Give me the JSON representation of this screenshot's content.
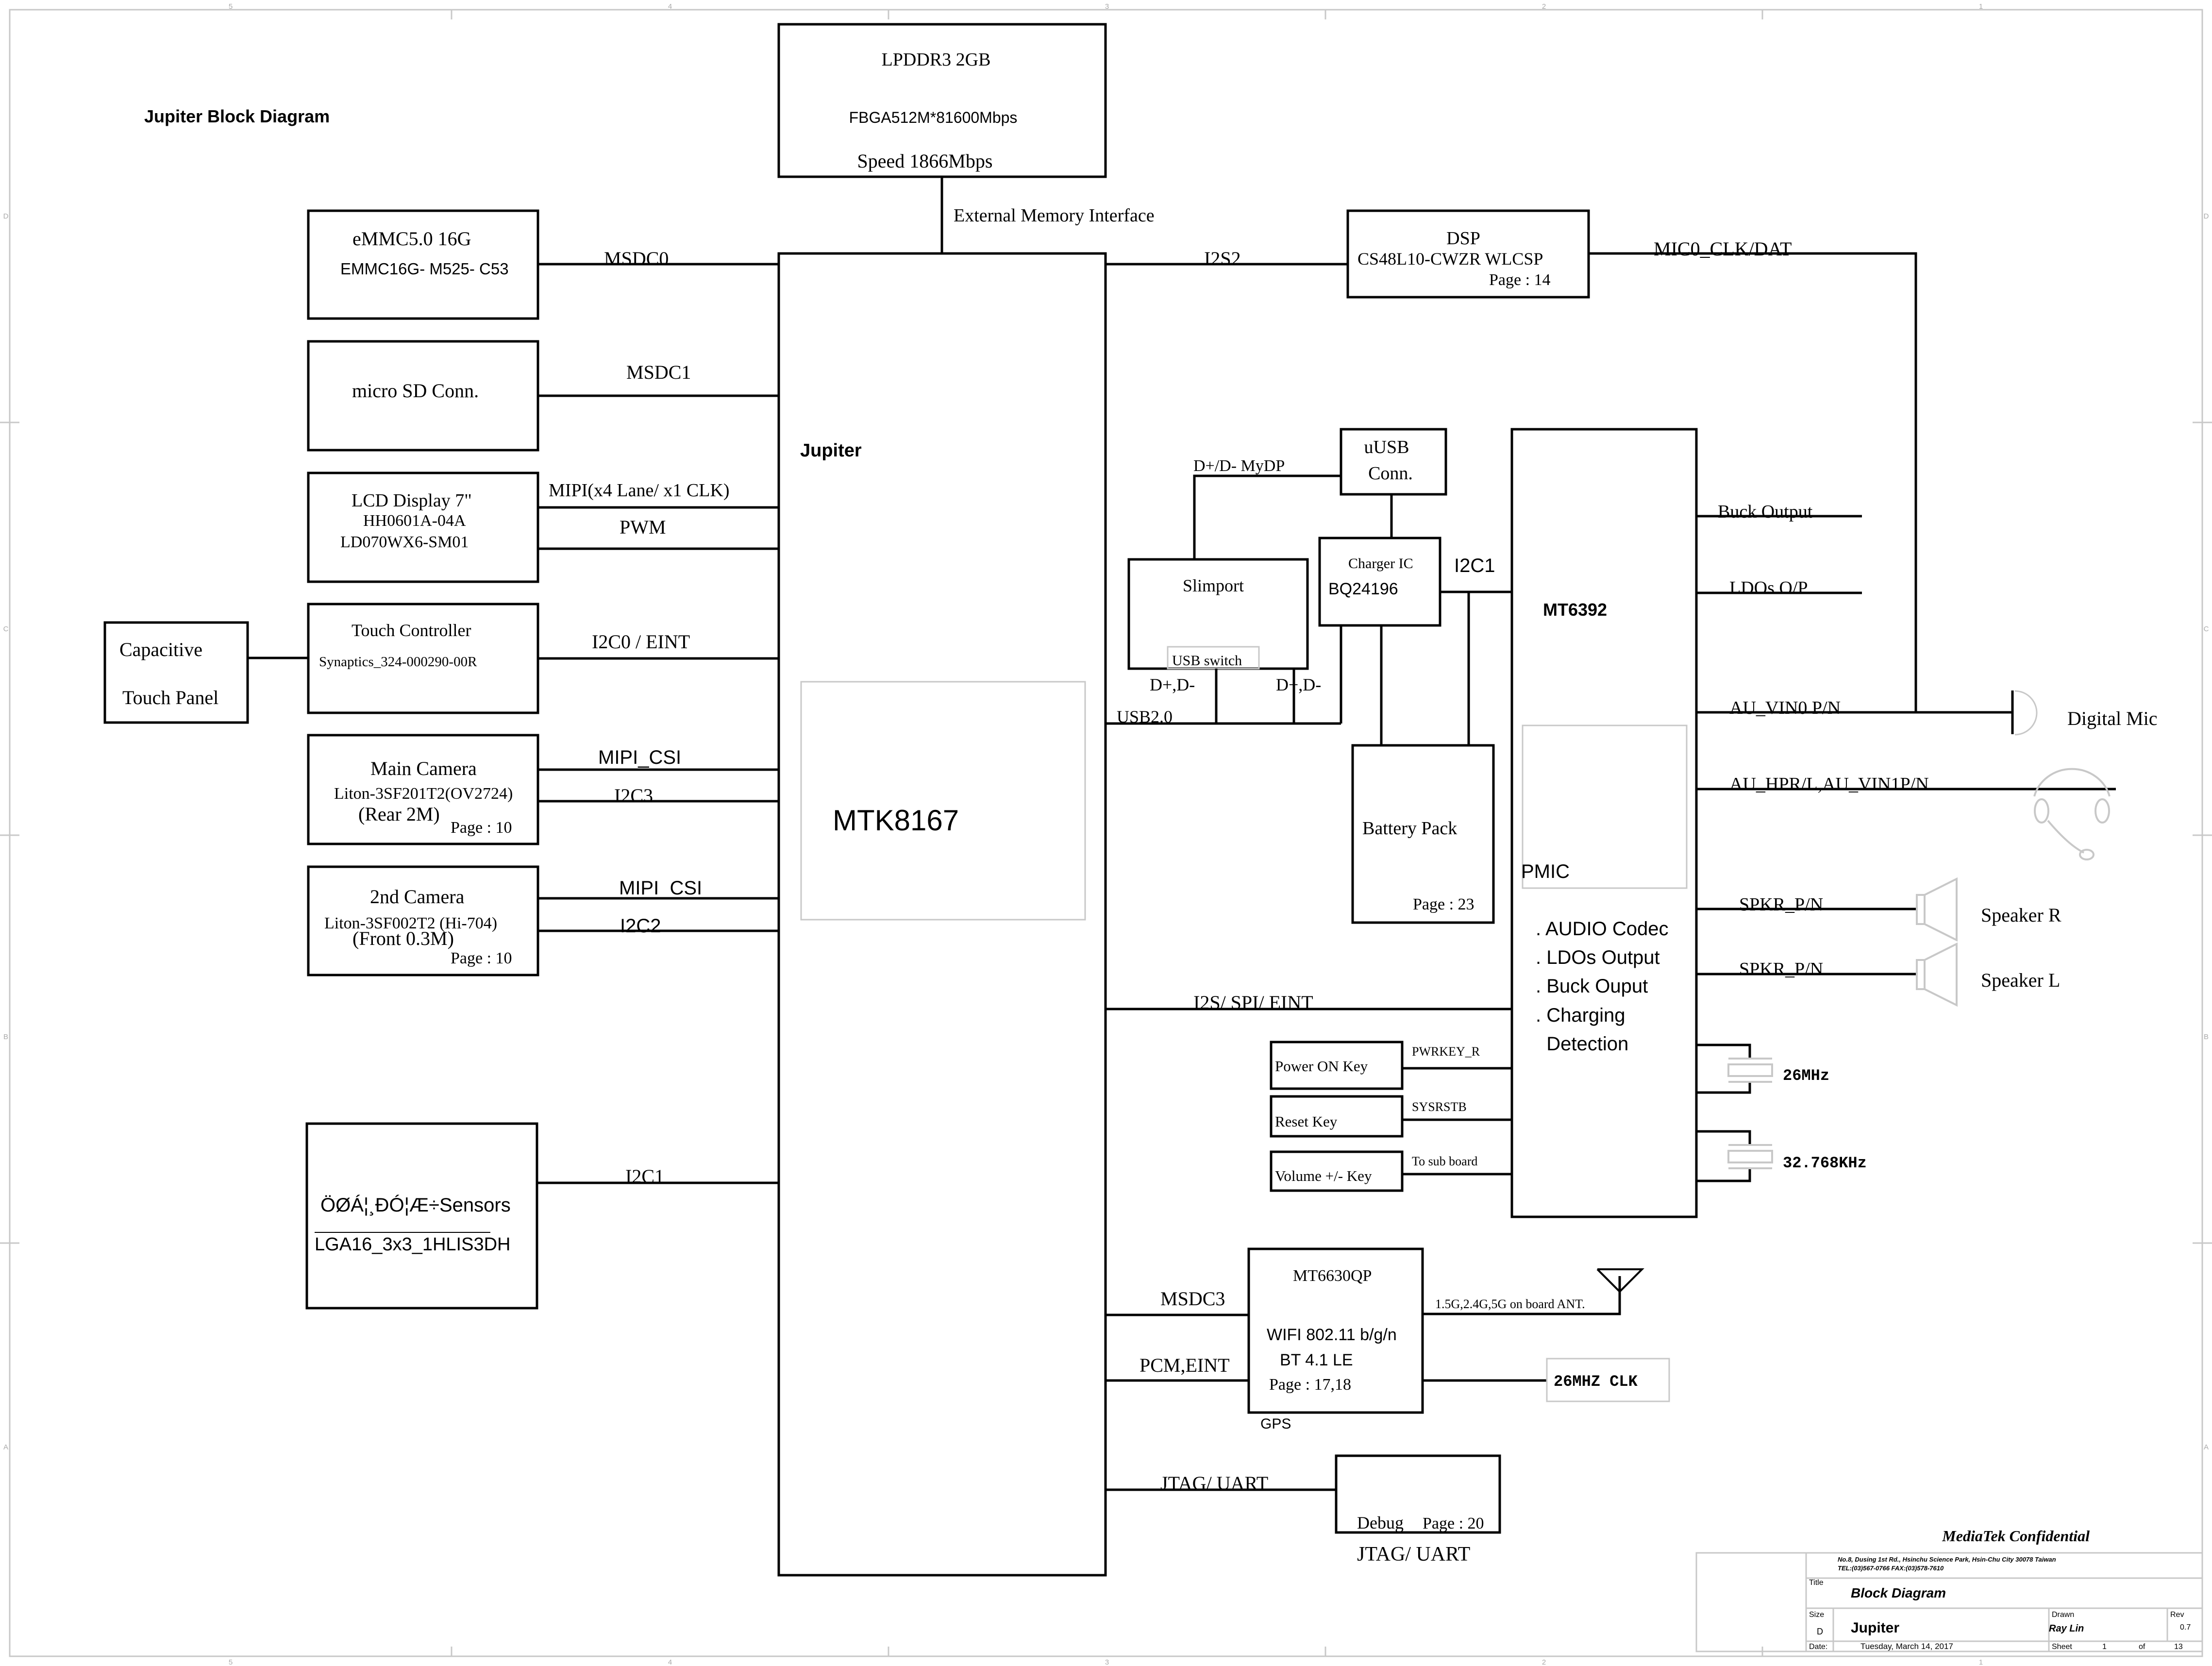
{
  "title": "Jupiter Block Diagram",
  "border": {
    "columns": [
      "5",
      "4",
      "3",
      "2",
      "1"
    ],
    "rows": [
      "D",
      "C",
      "B",
      "A"
    ]
  },
  "memory": {
    "title": "LPDDR3  2GB",
    "part": "FBGA512M*81600Mbps",
    "speed": "Speed 1866Mbps",
    "link": "External Memory Interface"
  },
  "soc": {
    "name": "Jupiter",
    "chip": "MTK8167"
  },
  "left_blocks": {
    "emmc": {
      "line1": "eMMC5.0 16G",
      "line2": "EMMC16G- M525- C53",
      "bus": "MSDC0"
    },
    "sd": {
      "line1": "micro SD Conn.",
      "bus": "MSDC1"
    },
    "lcd": {
      "line1": "LCD Display 7\"",
      "line2": "HH0601A-04A",
      "line3": "LD070WX6-SM01",
      "bus1": "MIPI(x4 Lane/ x1 CLK)",
      "bus2": "PWM"
    },
    "touch": {
      "line1": "Touch Controller",
      "line2": "Synaptics_324-000290-00R",
      "bus": "I2C0 / EINT"
    },
    "panel": {
      "line1": "Capacitive",
      "line2": "Touch Panel"
    },
    "cam_main": {
      "line1": "Main Camera",
      "line2": "Liton-3SF201T2(OV2724)",
      "line3": "(Rear 2M)",
      "page": "Page : 10",
      "bus1": "MIPI_CSI",
      "bus2": "I2C3"
    },
    "cam_front": {
      "line1": "2nd Camera",
      "line2": "Liton-3SF002T2 (Hi-704)",
      "line3": "(Front 0.3M)",
      "page": "Page : 10",
      "bus1": "MIPI_CSI",
      "bus2": "I2C2"
    },
    "sensors": {
      "line1": "ÖØÁ¦¸ÐÓ¦Æ÷Sensors",
      "line2": "LGA16_3x3_1HLIS3DH",
      "bus": "I2C1"
    }
  },
  "dsp": {
    "line1": "DSP",
    "line2": "CS48L10-CWZR WLCSP",
    "page": "Page : 14",
    "bus": "I2S2",
    "mic_bus": "MIC0_CLK/DAT"
  },
  "usb": {
    "conn1": "uUSB",
    "conn2": "Conn.",
    "dpdm_mydp": "D+/D-   MyDP",
    "slimport": "Slimport",
    "usb_switch": "USB switch",
    "dpdm_left": "D+,D-",
    "dpdm_right": "D+,D-",
    "usb20": "USB2.0",
    "charger1": "Charger IC",
    "charger2": "BQ24196",
    "i2c": "I2C1",
    "battery": "Battery Pack",
    "battery_page": "Page : 23"
  },
  "pmic": {
    "name": "MT6392",
    "pmic_label": "PMIC",
    "features": [
      ". AUDIO Codec",
      ". LDOs Output",
      ". Buck Ouput",
      ". Charging",
      "  Detection"
    ],
    "buck": "Buck Output",
    "ldos": "LDOs O/P",
    "au_vin0": "AU_VIN0 P/N",
    "au_hpr": "AU_HPR/L,AU_VIN1P/N",
    "spkr_r": "SPKR_P/N",
    "spkr_l": "SPKR_P/N",
    "xtal1": "26MHz",
    "xtal2": "32.768KHz",
    "digital_mic": "Digital Mic",
    "speaker_r": "Speaker R",
    "speaker_l": "Speaker L"
  },
  "soc_pmic_bus": "I2S/ SPI/ EINT",
  "keys": [
    {
      "label": "Power ON Key",
      "signal": "PWRKEY_R"
    },
    {
      "label": "Reset Key",
      "signal": "SYSRSTB"
    },
    {
      "label": "Volume +/- Key",
      "signal": "To sub board"
    }
  ],
  "wifi": {
    "chip": "MT6630QP",
    "line1": "WIFI 802.11 b/g/n",
    "line2": "BT 4.1 LE",
    "page": "Page : 17,18",
    "gps": "GPS",
    "bus1": "MSDC3",
    "bus2": "PCM,EINT",
    "ant": "1.5G,2.4G,5G on board ANT.",
    "clk": "26MHZ CLK"
  },
  "debug": {
    "label": "Debug",
    "page": "Page : 20",
    "bus": "JTAG/ UART",
    "below": "JTAG/ UART"
  },
  "title_block": {
    "company": "MediaTek Confidential",
    "address1": "No.8, Dusing 1st Rd., Hsinchu Science Park, Hsin-Chu City 30078 Taiwan",
    "address2": "TEL:(03)567-0766  FAX:(03)578-7610",
    "title_label": "Title",
    "title": "Block Diagram",
    "size_label": "Size",
    "size": "D",
    "doc": "Jupiter",
    "drawn_label": "Drawn",
    "drawn": "Ray Lin",
    "rev_label": "Rev",
    "rev": "0.7",
    "date_label": "Date:",
    "date": "Tuesday, March 14, 2017",
    "sheet_label": "Sheet",
    "sheet": "1",
    "of_label": "of",
    "of": "13"
  }
}
